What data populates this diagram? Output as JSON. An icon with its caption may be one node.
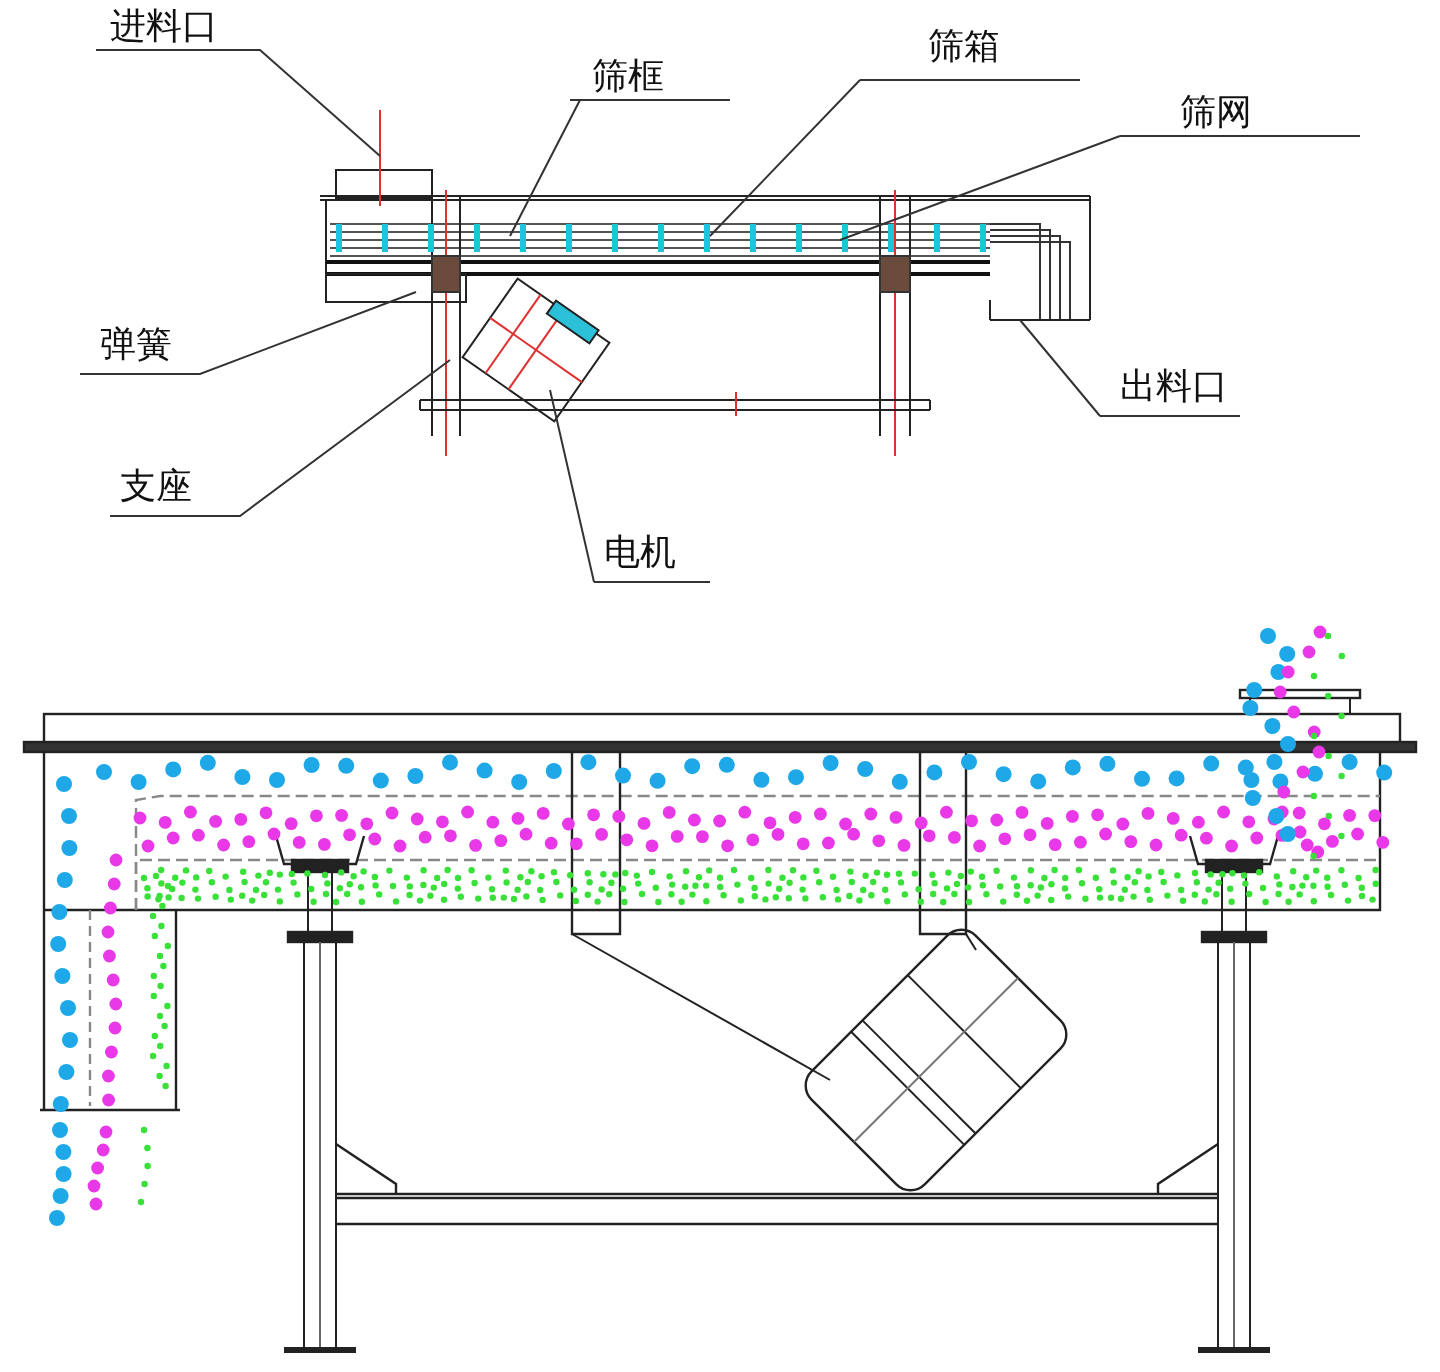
{
  "diagram": {
    "nodes": [
      {
        "text": [
          "进料口"
        ]
      },
      {
        "text": [
          "筛框"
        ]
      },
      {
        "text": [
          "筛箱"
        ]
      },
      {
        "text": [
          "筛网"
        ]
      },
      {
        "text": [
          "弹簧"
        ]
      },
      {
        "text": [
          "出料口"
        ]
      },
      {
        "text": [
          "支座"
        ]
      },
      {
        "text": [
          "电机"
        ]
      }
    ],
    "edges": [
      {
        "from": 0,
        "to": null,
        "arrow": "none"
      },
      {
        "from": 1,
        "to": null,
        "arrow": "none"
      },
      {
        "from": 2,
        "to": null,
        "arrow": "none"
      },
      {
        "from": 3,
        "to": null,
        "arrow": "none"
      },
      {
        "from": 4,
        "to": null,
        "arrow": "none"
      },
      {
        "from": 5,
        "to": null,
        "arrow": "none"
      },
      {
        "from": 6,
        "to": null,
        "arrow": "none"
      },
      {
        "from": 7,
        "to": null,
        "arrow": "none"
      }
    ]
  }
}
